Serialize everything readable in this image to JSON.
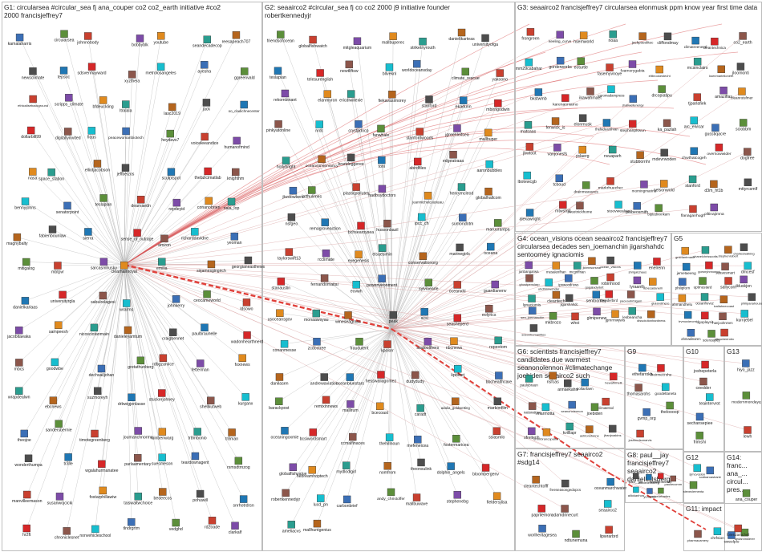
{
  "groups": [
    {
      "id": "G1",
      "title": "G1: circularsea #circular_sea fj ana_couper co2 co2_earth initiative #co2 2000 francisjeffrey7"
    },
    {
      "id": "G2",
      "title": "G2: seaairco2 #circular_sea fj co co2 2000 j9 initiative founder robertkennedyjr"
    },
    {
      "id": "G3",
      "title": "G3: seaairco2 francisjeffrey7 circularsea elonmusk ppm know year first time data"
    },
    {
      "id": "G4",
      "title": "G4: ocean_visions ocean seaairco2 francisjeffrey7 circularsea decades sen_joemanchin jigarshahdc sentoomey ignaciomis"
    },
    {
      "id": "G5",
      "title": "G5"
    },
    {
      "id": "G6",
      "title": "G6: scientists francisjeffrey7 candidates due warmest seanonolennon #climatechange joebiden seaairco2 such"
    },
    {
      "id": "G7",
      "title": "G7: francisjeffrey7 seaairco2 #sdg14"
    },
    {
      "id": "G8",
      "title": "G8: paul__jay francisjeffrey7 seaairco2 daniellellsberg"
    },
    {
      "id": "G9",
      "title": "G9"
    },
    {
      "id": "G10",
      "title": "G10"
    },
    {
      "id": "G11",
      "title": "G11: impact"
    },
    {
      "id": "G12",
      "title": "G12"
    },
    {
      "id": "G13",
      "title": "G13"
    },
    {
      "id": "G14",
      "title": "G14: franc... ana_... circul... pres..."
    }
  ],
  "nodes": {
    "G1": [
      "kamalaharris",
      "circularsea",
      "johnnobody",
      "bobbyblk",
      "youtube",
      "seandecadecop",
      "reesapeach707",
      "newsclimate",
      "tepsoc",
      "sdsvenhayward",
      "xyztheia",
      "metrolosangeles",
      "ayesha",
      "ggreenvald",
      "ethicalisebackground",
      "scripps_climate",
      "bfdeuckling",
      "ltralala",
      "lasc2019",
      "jack",
      "oo_cladichnecenter",
      "dollarbill99",
      "digitallyinvited",
      "fiqus",
      "peacewomanbiotech",
      "heydavs7",
      "voiceleeandice",
      "humanofmind",
      "nasa",
      "space_station",
      "elliotjacobson",
      "jeffbeizos",
      "sculptspot",
      "thebzicimatlab",
      "knighthm",
      "bennyjohns",
      "senatorpoint",
      "teslaplan",
      "dearvaedn",
      "repdeyid",
      "conanobrien",
      "naia_lop",
      "magnybalty",
      "fabienbounlaw",
      "sierra",
      "sense_of_outrage",
      "amzon",
      "richarddavidne",
      "yeoman",
      "mitigalog",
      "mbtpvr",
      "sarcasmhusky",
      "clearhainroyal",
      "emilia",
      "sirjamesgingrich",
      "georgianeasthews",
      "danielkarlaas",
      "universityrgla",
      "sabulrelagesi",
      "wrarms",
      "johnkerry",
      "ceocameworld",
      "ldsowo",
      "jacobitaeaka",
      "sampeesh",
      "nicosciotanmain",
      "danieleyamtum",
      "craigbennet",
      "paulbraunelle",
      "wadonhearthnerd",
      "mbcs",
      "goodwbe",
      "dechsailjohan",
      "gretathunberg",
      "rdbgzarvice",
      "fetterman",
      "foxnews",
      "wrapdealwn",
      "ebcnews",
      "suzmoreyh",
      "drbwigjenlasse",
      "stuckerjohney",
      "shellkutweb",
      "kurganx",
      "theojoe",
      "sandersbernie",
      "timotegreenberg",
      "joumanchnorma",
      "luinbenwarg",
      "tr8mbonio",
      "tr8man",
      "wonderthumpa",
      "tr3lle",
      "wgalahurmanatee",
      "parlaamentary",
      "suesmeson",
      "teardownagent",
      "rsmsdtrnzog",
      "manvilleemason",
      "susanwojcicki",
      "fostarphillawiw",
      "taiswaltwchoice",
      "bedeecos",
      "pohuwill",
      "snrhotrdrsn",
      "hr2ft",
      "chroniclesnet",
      "nonvehicleschool",
      "tlndrgrtm",
      "vedghd",
      "rd2trade",
      "clarkalf"
    ],
    "G2": [
      "friendsofocean",
      "globalfishwatch",
      "mitgleaquarium",
      "mallbuperec",
      "striketnyrouth",
      "danieltkarteas",
      "universityofga",
      "teslaplan",
      "telesurenglish",
      "newtliftsw",
      "bllveknl",
      "worldoceansday",
      "climate_rescue",
      "yakoono",
      "rekombinant",
      "elanmyron",
      "ericdlwillexie",
      "fiekavasimorey",
      "stanford",
      "ekadunn",
      "mbirrigodwin",
      "pinkyatonline",
      "nrdc",
      "crystpdocp",
      "fanwhale",
      "stanfordwoods",
      "jgreenleifsea",
      "mallbuper",
      "hollybright",
      "oceanconservancy",
      "brandeggeree",
      "toni",
      "abirdfiles",
      "edgeatraaa",
      "aaronbubbles",
      "jbzdowbers",
      "latthulimes",
      "plasticpollutes",
      "hadbuydoctors",
      "jeanmichelcousteau",
      "henrymcleod",
      "globalhallcom",
      "nsfgeo",
      "remagroveaction",
      "bchsearoysea",
      "hussonbazil",
      "ipcc_ch",
      "sumondotm",
      "maruurantpa",
      "taylorswift13",
      "rcclimate",
      "eyegenesis",
      "elsaesimin",
      "conservationorg",
      "marinegirls",
      "oceana",
      "stanaustin",
      "fernandomaitai",
      "eovwh",
      "pewenvironment",
      "sylviaearle",
      "oceanxhl",
      "guardianenv",
      "usoceansgov",
      "monaawsyau",
      "wineseagrass",
      "peak",
      "acsi",
      "seasheperd",
      "eolyrics",
      "conanmesse",
      "zcdoctree",
      "fraudulent",
      "kpolorr",
      "saaloolthers",
      "nbcnews",
      "repeotom",
      "danilasen",
      "andrewaviation",
      "oceanbluestars",
      "hesswaliagomez",
      "dudydudy",
      "kpblnet",
      "bbchealthcare",
      "barackpost",
      "remixinnews",
      "mallirum",
      "bcecoast",
      "caradt",
      "adalia_goldwetting",
      "markonfilm",
      "oceaningoxmie",
      "bcsiwordsmart",
      "ccmalfinaces",
      "thehillnoun",
      "mefeneicea",
      "fostermaricea",
      "sslasmlo",
      "globalfishvalue",
      "hebreamhoptech",
      "mydlodlgirl",
      "nomfrom",
      "theonsulink",
      "dolphin_angels",
      "bloombergenv",
      "robertkennedyjr",
      "lucd_pn",
      "carbonbrief",
      "andy_christoffer",
      "mallbuwave",
      "stephenebg",
      "fieldersjlisa",
      "ameliacvs",
      "mallhuntgenius"
    ],
    "G3": [
      "frongreen",
      "keeling_curve",
      "hsemworld",
      "noaa",
      "jackpoeolitec",
      "cliffondmay",
      "climatreeneed",
      "cleantechnica",
      "co2_earth",
      "mm29cabahar",
      "gorderworks",
      "eoturtle",
      "fasemyvnoye",
      "foamorygabia",
      "eltbrookestecht",
      "mcsinclairs",
      "ksenmarielioneth",
      "jloomonti",
      "bkstwmb",
      "karenanniamo",
      "ikawahmaet",
      "euromadampress",
      "jhaliwellenergy",
      "drcopiatipu",
      "tjparlafiek",
      "amaziflas",
      "cleanroisfmer",
      "matsaas",
      "fenwick_is",
      "elonmusk",
      "thefadeanthran",
      "stephanpkwun",
      "ka_pazlah",
      "arc_elvicar",
      "gusstiqacre",
      "sciobbm",
      "jbwtoot",
      "vanjonesfs",
      "yslaerg",
      "nvuaparh",
      "stubbornhr",
      "mdevrwoden",
      "chwthatcogeh",
      "oversowwider",
      "dogfree",
      "lbotewcgb",
      "tcboud",
      "drainmeasures",
      "markrhuecher",
      "morningmarina",
      "nelsonwold",
      "stanford",
      "d3m_ht1b",
      "mttyrcsmlf",
      "alexawright",
      "mtwstrjd",
      "tweetnickhome",
      "stoovwealvin",
      "pelbeosmith",
      "biptodivxnkarn",
      "flanaganhugh",
      "oiltinajimna"
    ],
    "G4": [
      "junbangarwa",
      "mesalenfhan",
      "mcgriffrian",
      "jkbrnworseat",
      "ocean_visions",
      "shrigatchaus",
      "enelrenn",
      "ghostpenslarp",
      "uhdhinrwonder",
      "ipnwoodrows",
      "gogaladydutt",
      "robinhood",
      "lyraanth",
      "rebecadanelli",
      "lgnaciomis",
      "cleantech",
      "jigarshahdc",
      "sentoomey",
      "thunderbird",
      "paceaubrbigam",
      "gluiandrhero",
      "sen_joemanchin",
      "mkbrozo",
      "whoi",
      "glmipenew",
      "jgmrmwjwis",
      "lesbeancha",
      "dissolutionhardness",
      "sdconhumanities"
    ],
    "G5": [
      "gravlantmarie",
      "shanelchrisscotts",
      "stephenrobert",
      "charleswalking",
      "jemetaeeng",
      "gorsnyhnnomni",
      "seavesmart",
      "dmcesf",
      "philipforn",
      "uptmustard",
      "sallycorn",
      "ikluskjon",
      "ahmandhelu",
      "oceanfrevez",
      "icallahnecoast",
      "philipanahouse",
      "trvmoviercrnt",
      "dgoplaysit",
      "hanjoohnmen",
      "kurnjebel",
      "ahmadinaren",
      "sciencejoey",
      "pttmcbeerotrc"
    ],
    "G6": [
      "paulybraun",
      "nsfcas",
      "annaekahn",
      "pollanfaen",
      "hewafirmelli",
      "nationalgeo",
      "marmotta",
      "seanonolennon",
      "joebiden",
      "climatetsol",
      "sfreitenh",
      "emmbrancopatton",
      "kvilllapr",
      "ashtonstonne",
      "jfranjroakins"
    ],
    "G7": [
      "cleantechtofff",
      "freeseasongedopcs",
      "oceanmarchwater",
      "paprilemon",
      "adamdrinecurt",
      "seaairco2",
      "worlheritagesea",
      "ndtunemuna",
      "lipwrarbrd"
    ],
    "G8": [
      "paul__jay",
      "daniellellsberg",
      "theangrowchart",
      "pauliecomm",
      "ailiokanhon",
      "yumibod",
      "sriceurtrades"
    ],
    "G9": [
      "ethefarrokh",
      "theirmecrohe",
      "thomasarohs",
      "goodeltaneta",
      "gvmp_org",
      "theloooop",
      "joshhudsonarvis"
    ],
    "G10": [
      "joshepeterla",
      "ceedder",
      "teaintervrot",
      "sechansepiee",
      "frimshi"
    ],
    "G11": [
      "pharmacamery",
      "chrfsion",
      "sweelplo",
      "kedarvinklerer"
    ],
    "G12": [
      "sjmcvosion",
      "sodkaroasbarie",
      "steveclementa"
    ],
    "G13": [
      "hiyo_jazz",
      "modernmondayq",
      "lewh"
    ],
    "G14": [
      "ana_couper",
      "forestzamichell"
    ]
  },
  "edges_note": ""
}
